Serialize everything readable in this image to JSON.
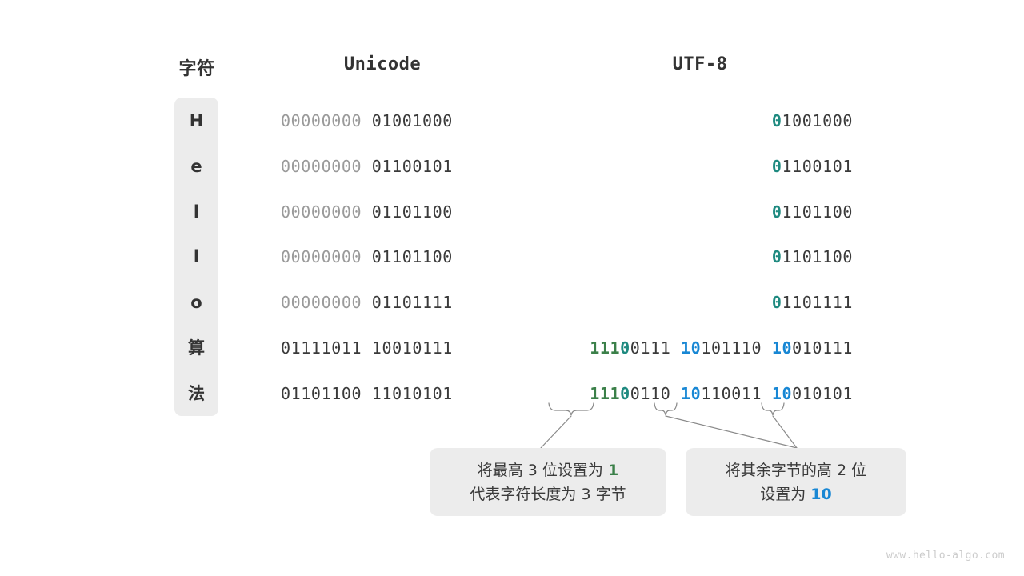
{
  "headers": {
    "character": "字符",
    "unicode": "Unicode",
    "utf8": "UTF-8"
  },
  "colors": {
    "green": "#3b8049",
    "teal": "#1f8a80",
    "blue": "#1887d4",
    "text": "#3a3a3a",
    "dim": "#9a9a9a",
    "box": "#ececec",
    "watermark": "#cccccc"
  },
  "rows": [
    {
      "char": "H",
      "unicode_high": "00000000",
      "unicode_low": "01001000",
      "utf8_lead_1": "",
      "utf8_lead_0": "0",
      "utf8_rest": "1001000",
      "utf8_bytes": []
    },
    {
      "char": "e",
      "unicode_high": "00000000",
      "unicode_low": "01100101",
      "utf8_lead_1": "",
      "utf8_lead_0": "0",
      "utf8_rest": "1100101",
      "utf8_bytes": []
    },
    {
      "char": "l",
      "unicode_high": "00000000",
      "unicode_low": "01101100",
      "utf8_lead_1": "",
      "utf8_lead_0": "0",
      "utf8_rest": "1101100",
      "utf8_bytes": []
    },
    {
      "char": "l",
      "unicode_high": "00000000",
      "unicode_low": "01101100",
      "utf8_lead_1": "",
      "utf8_lead_0": "0",
      "utf8_rest": "1101100",
      "utf8_bytes": []
    },
    {
      "char": "o",
      "unicode_high": "00000000",
      "unicode_low": "01101111",
      "utf8_lead_1": "",
      "utf8_lead_0": "0",
      "utf8_rest": "1101111",
      "utf8_bytes": []
    },
    {
      "char": "算",
      "unicode_high": "01111011",
      "unicode_low": "10010111",
      "utf8_lead_1": "111",
      "utf8_lead_0": "0",
      "utf8_rest": "0111",
      "utf8_bytes": [
        {
          "prefix": "10",
          "rest": "101110"
        },
        {
          "prefix": "10",
          "rest": "010111"
        }
      ]
    },
    {
      "char": "法",
      "unicode_high": "01101100",
      "unicode_low": "11010101",
      "utf8_lead_1": "111",
      "utf8_lead_0": "0",
      "utf8_rest": "0110",
      "utf8_bytes": [
        {
          "prefix": "10",
          "rest": "110011"
        },
        {
          "prefix": "10",
          "rest": "010101"
        }
      ]
    }
  ],
  "annotations": [
    {
      "line1_a": "将最高 3 位设置为 ",
      "line1_b": "1",
      "line2": "代表字符长度为 3 字节"
    },
    {
      "line1_a": "将其余字节的高 2 位",
      "line1_b": "",
      "line2_a": "设置为 ",
      "line2_b": "10"
    }
  ],
  "watermark": "www.hello-algo.com"
}
